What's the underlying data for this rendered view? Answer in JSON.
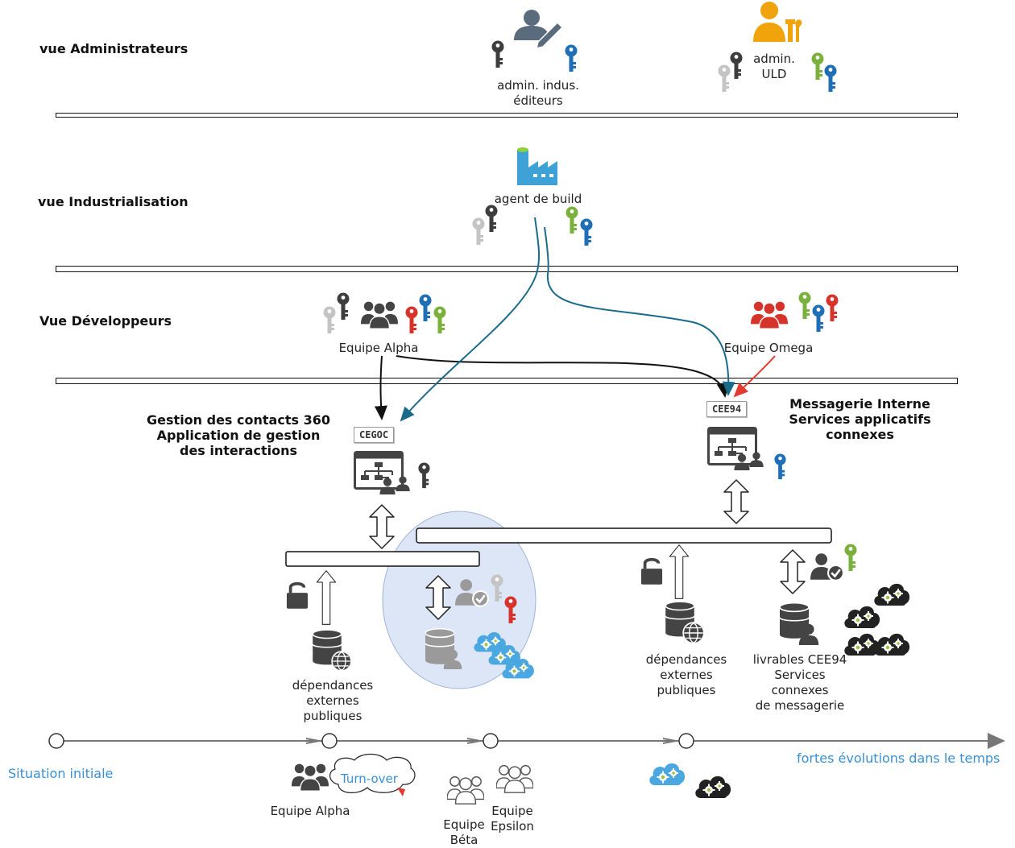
{
  "views": {
    "admin": "vue Administrateurs",
    "indus": "vue Industrialisation",
    "dev": "Vue Développeurs"
  },
  "admins": {
    "editor_line1": "admin. indus.",
    "editor_line2": "éditeurs",
    "uld_line1": "admin.",
    "uld_line2": "ULD"
  },
  "build": {
    "label": "agent de build"
  },
  "teams": {
    "alpha": "Equipe Alpha",
    "omega": "Equipe Omega"
  },
  "apps": {
    "cegoc": {
      "tag": "CEGOC",
      "title_line1": "Gestion des contacts 360",
      "title_line2": "Application de gestion",
      "title_line3": "des interactions"
    },
    "cee94": {
      "tag": "CEE94",
      "title_line1": "Messagerie Interne",
      "title_line2": "Services applicatifs",
      "title_line3": "connexes"
    }
  },
  "deps": {
    "left_line1": "dépendances",
    "left_line2": "externes",
    "left_line3": "publiques",
    "right_line1": "dépendances",
    "right_line2": "externes",
    "right_line3": "publiques",
    "livrables_line1": "livrables CEE94",
    "livrables_line2": "Services",
    "livrables_line3": "connexes",
    "livrables_line4": "de messagerie"
  },
  "timeline": {
    "start": "Situation initiale",
    "end": "fortes évolutions dans le temps",
    "alpha": "Equipe Alpha",
    "turnover": "Turn-over",
    "beta_line1": "Equipe",
    "beta_line2": "Béta",
    "epsilon_line1": "Equipe",
    "epsilon_line2": "Epsilon"
  },
  "colors": {
    "key_dark": "#3d3d3d",
    "key_blue": "#1e6fb5",
    "key_green": "#7ab03c",
    "key_red": "#d6342a",
    "key_gray": "#c4c4c4",
    "admin_orange": "#f0a30a",
    "teal_arrow": "#1a6b8a",
    "red_arrow": "#e53a2f",
    "bubble": "#dce6f6"
  }
}
